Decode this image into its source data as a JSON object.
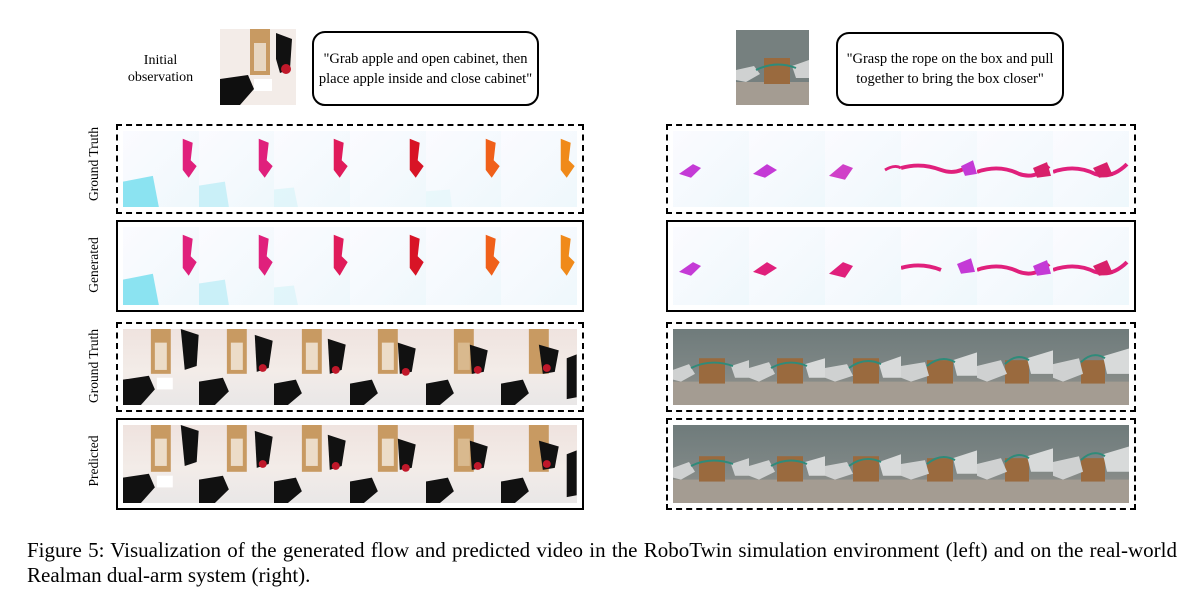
{
  "header": {
    "initial_observation_label": "Initial\nobservation",
    "left_instruction": "\"Grab apple and open cabinet, then place apple inside and close cabinet\"",
    "right_instruction": "\"Grasp the rope on the box and pull together to bring the box closer\""
  },
  "rows": {
    "ground_truth_flow": "Ground Truth",
    "generated_flow": "Generated",
    "ground_truth_video": "Ground Truth",
    "predicted_video": "Predicted"
  },
  "caption": "Figure 5: Visualization of the generated flow and predicted video in the RoboTwin simulation environment (left) and on the real-world Realman dual-arm system (right).",
  "colors": {
    "flow_magenta": "#e0207c",
    "flow_red": "#d81426",
    "flow_orange": "#f07a1a",
    "flow_cyan": "#7fe0f0",
    "flow_purple": "#c43ad6",
    "cabinet_wood": "#c89a62",
    "box_brown": "#9a6a3e",
    "robot_black": "#111111"
  },
  "frames_per_strip": 6
}
